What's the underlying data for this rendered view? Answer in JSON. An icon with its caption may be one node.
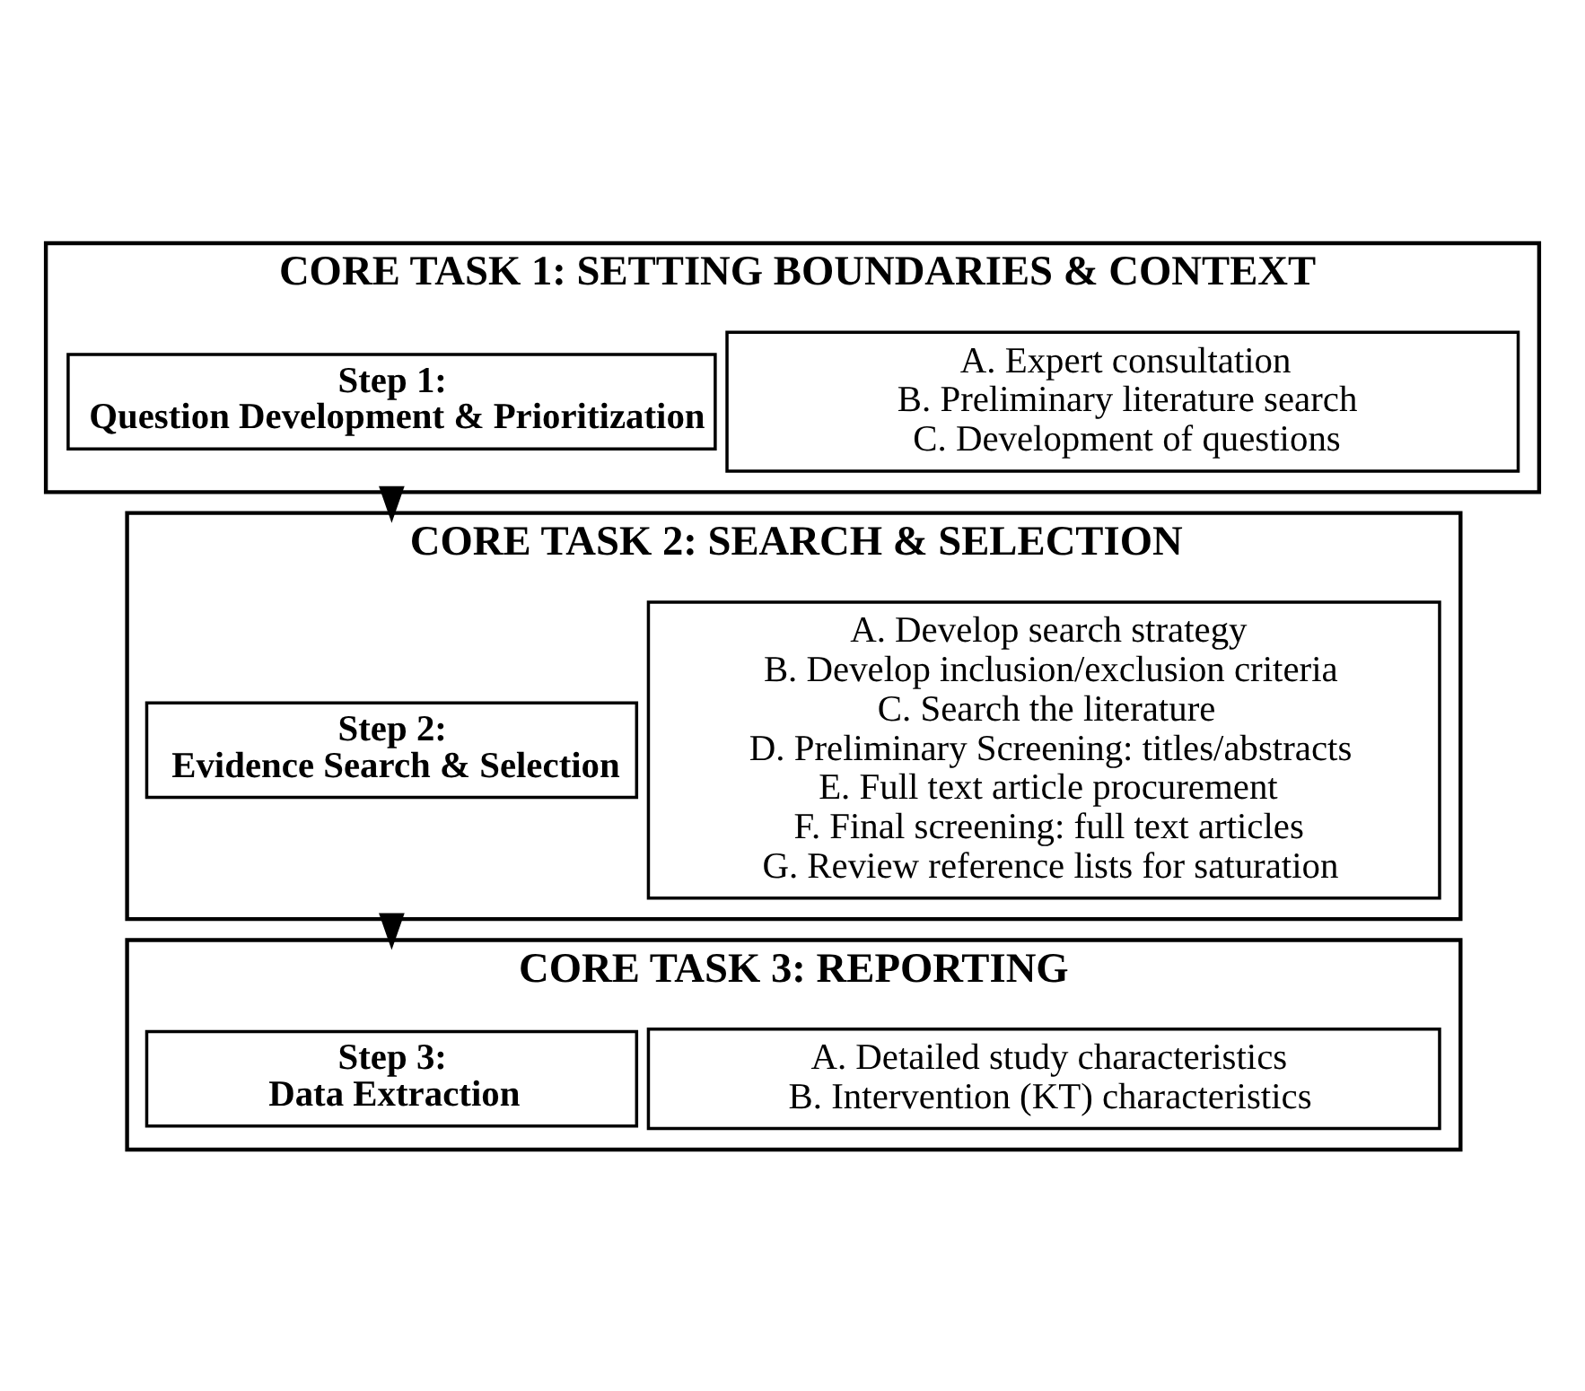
{
  "diagram": {
    "nodes": [
      {
        "text": [
          "CORE TASK 1: SETTING BOUNDARIES & CONTEXT"
        ]
      },
      {
        "text": [
          "Step 1:",
          "Question Development & Prioritization"
        ],
        "in": 0
      },
      {
        "text": [
          "A. Expert consultation",
          "B. Preliminary literature search",
          "C. Development of questions"
        ],
        "in": 0
      },
      {
        "text": [
          "CORE TASK 2: SEARCH & SELECTION"
        ]
      },
      {
        "text": [
          "Step 2:",
          "Evidence Search & Selection"
        ],
        "in": 3
      },
      {
        "text": [
          "A. Develop search strategy",
          "B. Develop inclusion/exclusion criteria",
          "C. Search the literature",
          "D. Preliminary Screening: titles/abstracts",
          "E. Full text article procurement",
          "F. Final screening: full text articles",
          "G. Review reference lists for saturation"
        ],
        "in": 3
      },
      {
        "text": [
          "CORE TASK 3: REPORTING"
        ]
      },
      {
        "text": [
          "Step 3:",
          "Data Extraction"
        ],
        "in": 6
      },
      {
        "text": [
          "A. Detailed study characteristics",
          "B. Intervention (KT) characteristics"
        ],
        "in": 6
      }
    ],
    "edges": [
      {
        "from": 0,
        "to": 3,
        "arrow": "to"
      },
      {
        "from": 3,
        "to": 6,
        "arrow": "to"
      }
    ]
  }
}
